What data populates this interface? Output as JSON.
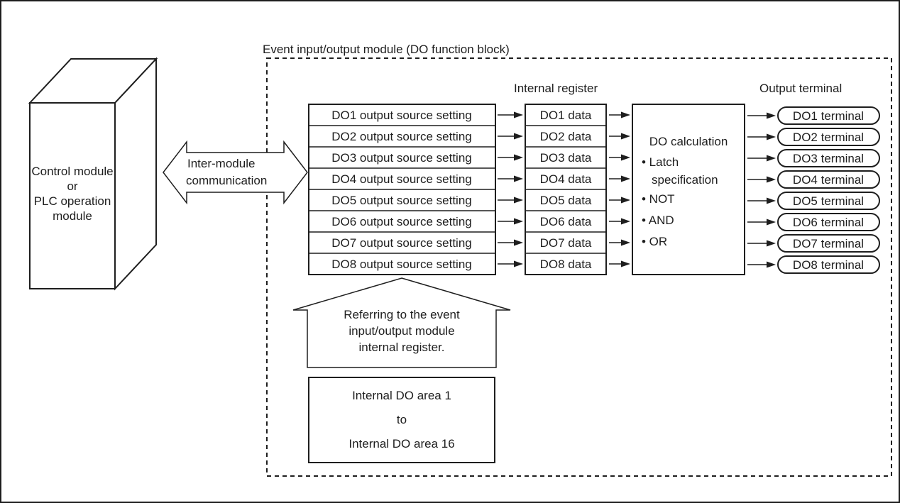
{
  "module_title": "Event input/output module (DO function block)",
  "control_module": {
    "lines": [
      "Control module",
      "or",
      "PLC operation",
      "module"
    ]
  },
  "communication": {
    "lines": [
      "Inter-module",
      "communication"
    ]
  },
  "headers": {
    "internal_register": "Internal register",
    "output_terminal": "Output terminal"
  },
  "rows": [
    {
      "source": "DO1 output source setting",
      "data": "DO1 data",
      "terminal": "DO1 terminal"
    },
    {
      "source": "DO2 output source setting",
      "data": "DO2 data",
      "terminal": "DO2 terminal"
    },
    {
      "source": "DO3 output source setting",
      "data": "DO3 data",
      "terminal": "DO3 terminal"
    },
    {
      "source": "DO4 output source setting",
      "data": "DO4 data",
      "terminal": "DO4 terminal"
    },
    {
      "source": "DO5 output source setting",
      "data": "DO5 data",
      "terminal": "DO5 terminal"
    },
    {
      "source": "DO6 output source setting",
      "data": "DO6 data",
      "terminal": "DO6 terminal"
    },
    {
      "source": "DO7 output source setting",
      "data": "DO7 data",
      "terminal": "DO7 terminal"
    },
    {
      "source": "DO8 output source setting",
      "data": "DO8 data",
      "terminal": "DO8 terminal"
    }
  ],
  "calculation": {
    "title": "DO calculation",
    "items": [
      "• Latch",
      "specification",
      "• NOT",
      "• AND",
      "• OR"
    ]
  },
  "referring": {
    "lines": [
      "Referring to the event",
      "input/output module",
      "internal register."
    ]
  },
  "internal_area": {
    "lines": [
      "Internal DO area 1",
      "to",
      "Internal DO area 16"
    ]
  }
}
